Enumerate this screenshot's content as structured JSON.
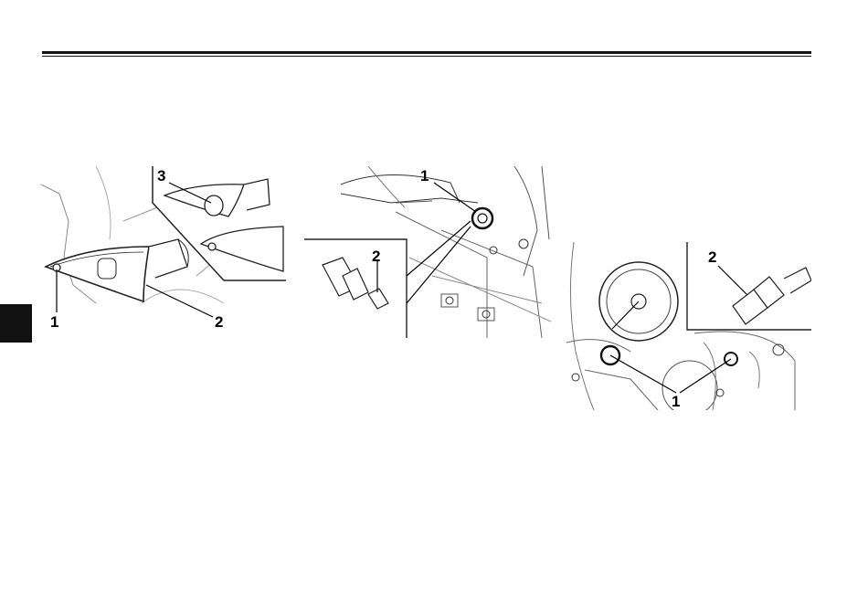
{
  "figures": [
    {
      "name": "turn-signal-lens-figure",
      "callouts": [
        "1",
        "2",
        "3"
      ]
    },
    {
      "name": "rear-turn-signal-bulb-figure",
      "callouts": [
        "1",
        "2"
      ]
    },
    {
      "name": "headlight-bulb-figure",
      "callouts": [
        "1",
        "2"
      ]
    }
  ],
  "colors": {
    "ink": "#111111",
    "tab": "#111111",
    "paper": "#ffffff"
  }
}
